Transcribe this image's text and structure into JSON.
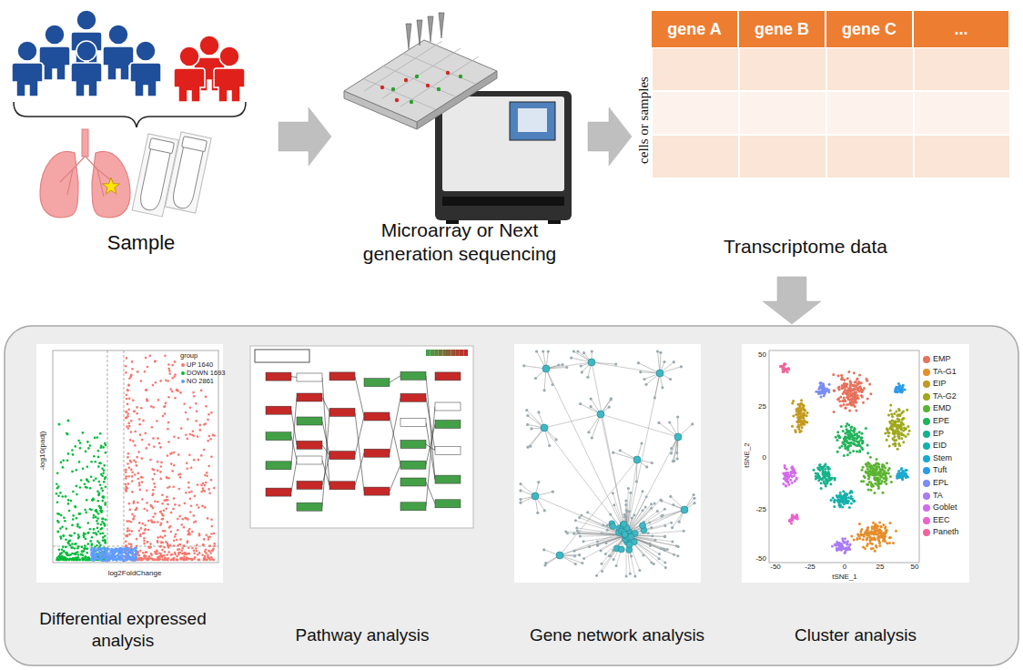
{
  "diagram": {
    "nodes": [
      {
        "text": [
          "Sample"
        ]
      },
      {
        "text": [
          "Microarray or Next generation sequencing"
        ]
      },
      {
        "text": [
          "Transcriptome data"
        ]
      },
      {
        "text": []
      },
      {
        "text": [
          "Differential expressed analysis"
        ],
        "in": 3
      },
      {
        "text": [
          "Pathway analysis"
        ],
        "in": 3
      },
      {
        "text": [
          "Gene network analysis"
        ],
        "in": 3
      },
      {
        "text": [
          "Cluster analysis"
        ],
        "in": 3
      }
    ],
    "edges": [
      {
        "from": 0,
        "to": 1,
        "arrow": "to"
      },
      {
        "from": 1,
        "to": 2,
        "arrow": "to"
      },
      {
        "from": 2,
        "to": 3,
        "arrow": "to"
      }
    ],
    "labels": [
      "gene A",
      "gene B",
      "gene C",
      "...",
      "cells or samples",
      "-log10(padj)",
      "log2FoldChange",
      "group",
      "UP 1640",
      "DOWN 1693",
      "NO 2861",
      "tSNE_2",
      "tSNE_1",
      "50",
      "25",
      "0",
      "-25",
      "-50",
      "-50",
      "-25",
      "0",
      "25",
      "50"
    ],
    "legend": [
      {
        "text": "EMP",
        "color": "#E8715B"
      },
      {
        "text": "TA-G1",
        "color": "#E58E2C"
      },
      {
        "text": "EIP",
        "color": "#C39A1F"
      },
      {
        "text": "TA-G2",
        "color": "#9EA81A"
      },
      {
        "text": "EMD",
        "color": "#5BB431"
      },
      {
        "text": "EPE",
        "color": "#22B45A"
      },
      {
        "text": "EP",
        "color": "#16B28B"
      },
      {
        "text": "EID",
        "color": "#16B0AC"
      },
      {
        "text": "Stem",
        "color": "#1BA9CF"
      },
      {
        "text": "Tuft",
        "color": "#2B9BEA"
      },
      {
        "text": "EPL",
        "color": "#7A8CF5"
      },
      {
        "text": "TA",
        "color": "#A97BF5"
      },
      {
        "text": "Goblet",
        "color": "#D26CEB"
      },
      {
        "text": "EEC",
        "color": "#EE62C9"
      },
      {
        "text": "Paneth",
        "color": "#F1659C"
      }
    ]
  }
}
